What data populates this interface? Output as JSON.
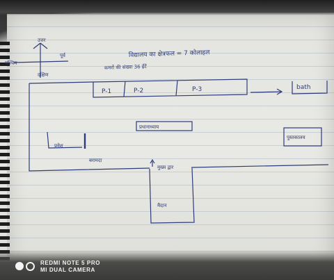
{
  "labels": {
    "north": "उत्तर",
    "west": "पश्चिम",
    "south": "दक्षिण",
    "east": "पूर्व"
  },
  "heading_line1": "विद्यालय का क्षेत्रफल = 7 कोलाहल",
  "heading_line2": "कमरों की संख्या 36 ईंटें",
  "rooms": [
    "P-1",
    "P-2",
    "P-3"
  ],
  "bath": "bath",
  "office": "प्रधानाध्याय",
  "library": "पुस्तकालय",
  "gate_label": "प्रवेश",
  "corridor": "बरामदा",
  "entrance": "मुख्य द्वार",
  "ground": "मैदान",
  "watermark": {
    "line1": "REDMI NOTE 5 PRO",
    "line2": "MI DUAL CAMERA"
  }
}
